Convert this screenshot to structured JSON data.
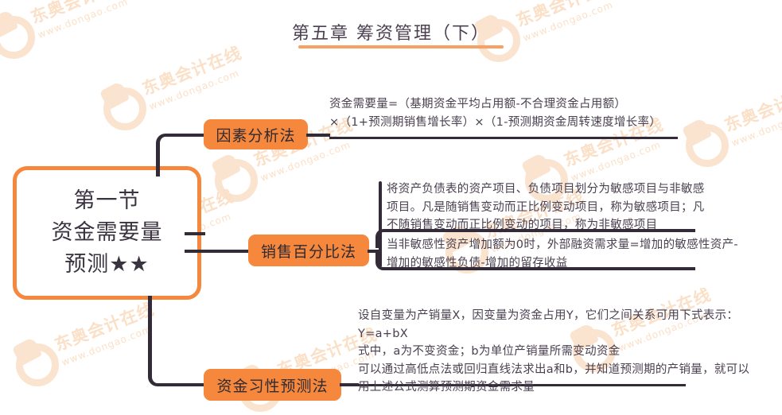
{
  "page": {
    "title": "第五章  筹资管理（下）",
    "accent_orange": "#f5883c",
    "title_rule_color": "#f7a264",
    "connector_color": "#332b38",
    "body_text_color": "#4a4050"
  },
  "watermark": {
    "brand": "东奥会计在线",
    "url": "www.dongao.com",
    "logo_icon": "dongao-circle-logo"
  },
  "root": {
    "label": "第一节\n资金需要量\n预测★★"
  },
  "branches": [
    {
      "id": "factor-analysis",
      "label": "因素分析法",
      "details": [
        "资金需要量=（基期资金平均占用额-不合理资金占用额）\n×（1+预测期销售增长率）×（1-预测期资金周转速度增长率）"
      ]
    },
    {
      "id": "percentage-of-sales",
      "label": "销售百分比法",
      "details": [
        "将资产负债表的资产项目、负债项目划分为敏感项目与非敏感\n项目。凡是随销售变动而正比例变动项目，称为敏感项目；凡\n不随销售变动而正比例变动的项目，称为非敏感项目",
        "当非敏感性资产增加额为0时，外部融资需求量=增加的敏感性资产-\n增加的敏感性负债-增加的留存收益"
      ]
    },
    {
      "id": "capital-habit-forecast",
      "label": "资金习性预测法",
      "details": [
        "设自变量为产销量X，因变量为资金占用Y，它们之间关系可用下式表示：\nY=a+bX\n式中，a为不变资金；b为单位产销量所需变动资金\n可以通过高低点法或回归直线法求出a和b，并知道预测期的产销量，就可以\n用上述公式测算预测期资金需求量"
      ]
    }
  ]
}
